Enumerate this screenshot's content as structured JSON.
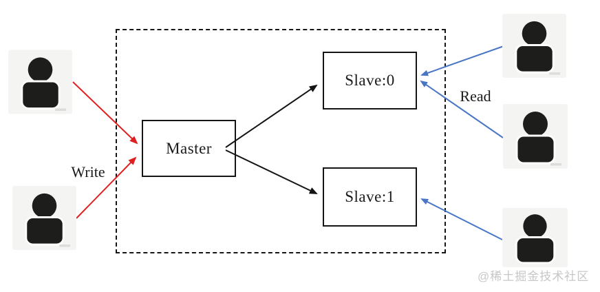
{
  "diagram": {
    "nodes": {
      "master": {
        "label": "Master"
      },
      "slave0": {
        "label": "Slave:0"
      },
      "slave1": {
        "label": "Slave:1"
      }
    },
    "labels": {
      "write": "Write",
      "read": "Read"
    },
    "users": {
      "left_count": 2,
      "right_count": 3,
      "icon": "user-silhouette-icon"
    },
    "arrows": [
      {
        "from": "user-top-left",
        "to": "master",
        "kind": "write",
        "color": "#e01f1f"
      },
      {
        "from": "user-bottom-left",
        "to": "master",
        "kind": "write",
        "color": "#e01f1f"
      },
      {
        "from": "master",
        "to": "slave0",
        "kind": "replicate",
        "color": "#141414"
      },
      {
        "from": "master",
        "to": "slave1",
        "kind": "replicate",
        "color": "#141414"
      },
      {
        "from": "user-top-right",
        "to": "slave0",
        "kind": "read",
        "color": "#4876c4"
      },
      {
        "from": "user-middle-right",
        "to": "slave0",
        "kind": "read",
        "color": "#4876c4"
      },
      {
        "from": "user-bottom-right",
        "to": "slave1",
        "kind": "read",
        "color": "#4876c4"
      }
    ],
    "colors": {
      "write_arrow": "#e01f1f",
      "read_arrow": "#4876c4",
      "replicate_arrow": "#141414",
      "node_border": "#141414",
      "boundary_border": "#141414",
      "person_bg": "#f4f4f2",
      "person_fg": "#1d1d1b",
      "text": "#1a1a1a",
      "watermark": "#c7c7c7",
      "background": "#ffffff"
    },
    "watermark": "@稀土掘金技术社区"
  }
}
